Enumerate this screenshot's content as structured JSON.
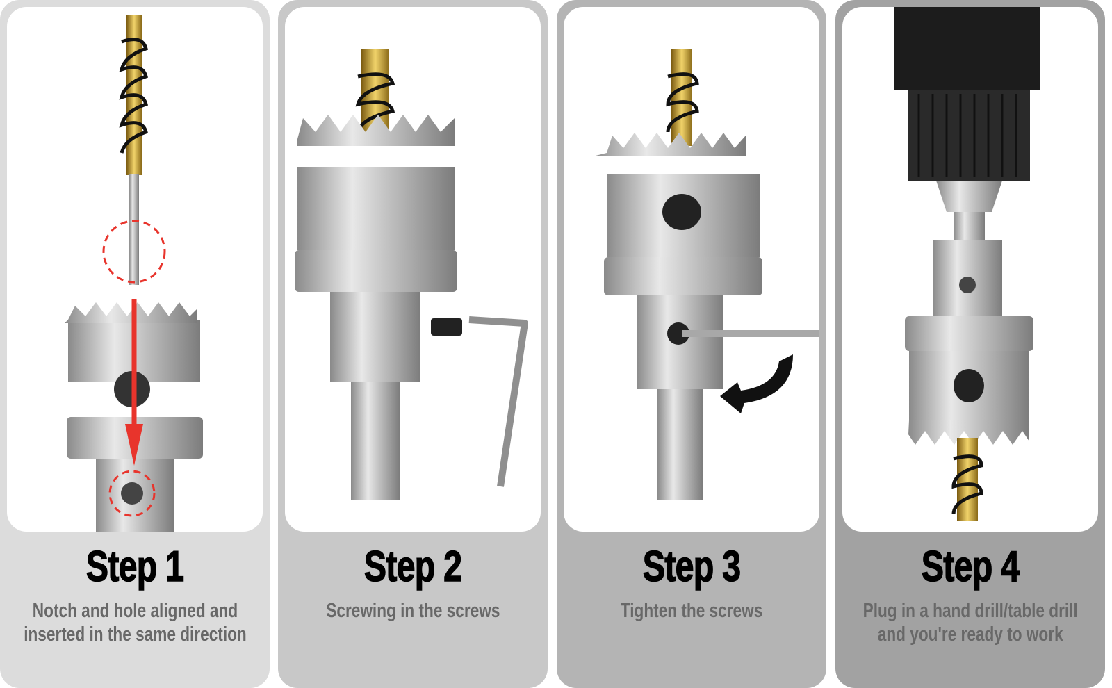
{
  "steps": [
    {
      "title": "Step 1",
      "description": "Notch and hole aligned and\ninserted in the same direction",
      "background": "#dcdcdc"
    },
    {
      "title": "Step 2",
      "description": "Screwing in the screws",
      "background": "#c8c8c8"
    },
    {
      "title": "Step 3",
      "description": "Tighten the screws",
      "background": "#b4b4b4"
    },
    {
      "title": "Step 4",
      "description": "Plug in a hand drill/table drill\nand you're ready to work",
      "background": "#a2a2a2"
    }
  ],
  "colors": {
    "accent_red": "#e8342c",
    "gold": "#c9a227",
    "steel": "#b8b8b8"
  }
}
